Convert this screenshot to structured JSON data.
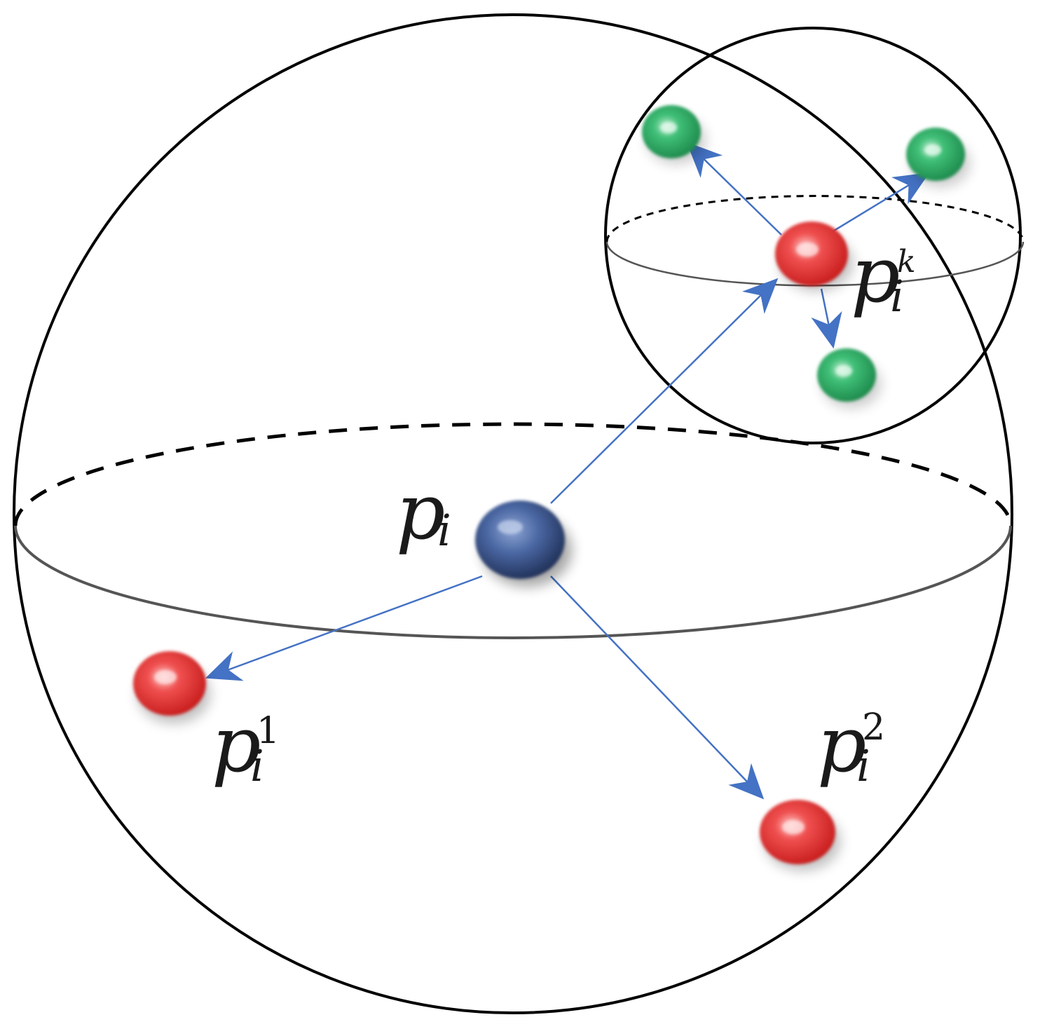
{
  "colors": {
    "outline": "#000000",
    "arrow": "#4472c4",
    "center_point": "#3f5a8e",
    "neighbor_point": "#e23a3a",
    "secondary_point": "#2fa866"
  },
  "labels": {
    "center": {
      "base": "p",
      "sub": "i",
      "sup": ""
    },
    "neighbor_1": {
      "base": "p",
      "sub": "i",
      "sup": "1"
    },
    "neighbor_2": {
      "base": "p",
      "sub": "i",
      "sup": "2"
    },
    "neighbor_k": {
      "base": "p",
      "sub": "i",
      "sup": "k"
    }
  },
  "icons": {
    "center_point": "blue-sphere-icon",
    "neighbor_points": "red-sphere-icon",
    "secondary_points": "green-sphere-icon"
  }
}
